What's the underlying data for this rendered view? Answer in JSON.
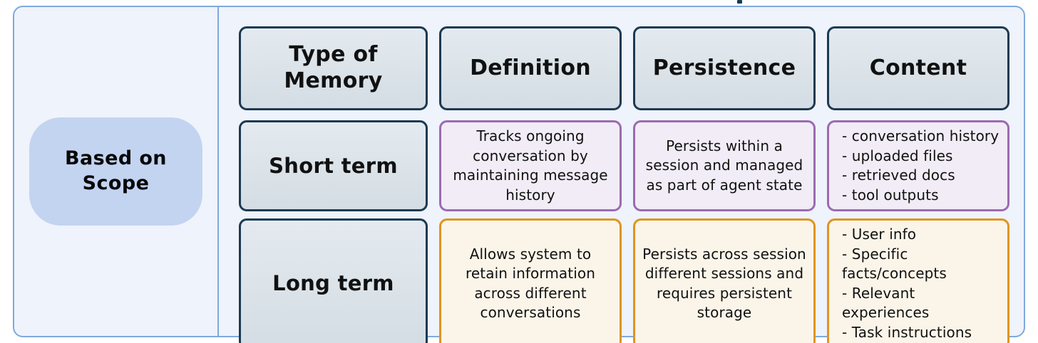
{
  "diagram": {
    "scope_pane": {
      "chip_label": "Based on\nScope"
    },
    "table": {
      "headers": [
        "Type of\nMemory",
        "Definition",
        "Persistence",
        "Content"
      ],
      "rows": [
        {
          "label": "Short term",
          "definition": "Tracks ongoing conversation by maintaining message history",
          "persistence": "Persists within a session and managed as part of agent state",
          "content": "- conversation history\n- uploaded files\n- retrieved docs\n- tool outputs"
        },
        {
          "label": "Long term",
          "definition": "Allows system to retain information across different conversations",
          "persistence": "Persists across session different sessions and requires persistent storage",
          "content": "- User info\n- Specific facts/concepts\n- Relevant experiences\n- Task instructions"
        }
      ]
    }
  },
  "colors": {
    "outer_border": "#7fa9dd",
    "outer_fill": "#eff3fb",
    "scope_chip": "#c3d4f1",
    "header_border": "#1c3a52",
    "header_fill": "#dbe3e9",
    "short_term_border": "#9b6bb0",
    "short_term_fill": "#f1ecf6",
    "long_term_border": "#e0941f",
    "long_term_fill": "#fbf5e9",
    "text": "#111111"
  }
}
